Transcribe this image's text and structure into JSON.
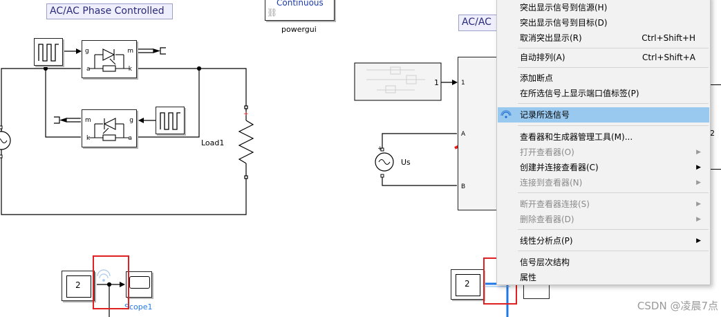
{
  "left_model": {
    "area_title": "AC/AC Phase Controlled",
    "powergui": {
      "mode": "Continuous",
      "label": "powergui"
    },
    "thyristor_top": {
      "port_g": "g",
      "port_m": "m",
      "port_a": "a",
      "port_k": "k"
    },
    "thyristor_bottom": {
      "port_m": "m",
      "port_g": "g",
      "port_k": "k",
      "port_a": "a"
    },
    "load_label": "Load1",
    "constant_value": "2",
    "scope_label": "Scope1"
  },
  "right_model": {
    "area_title": "AC/AC",
    "source_label": "Us",
    "port_in1": "1",
    "port_1": "1",
    "port_A": "A",
    "port_B": "B",
    "constant_value": "2",
    "edge_fragment": "2"
  },
  "context_menu": {
    "items": [
      {
        "label": "突出显示信号到信源(H)",
        "shortcut": "",
        "enabled": true
      },
      {
        "label": "突出显示信号到目标(D)",
        "shortcut": "",
        "enabled": true
      },
      {
        "label": "取消突出显示(R)",
        "shortcut": "Ctrl+Shift+H",
        "enabled": true
      },
      {
        "label": "自动排列(A)",
        "shortcut": "Ctrl+Shift+A",
        "enabled": true
      },
      {
        "label": "添加断点",
        "shortcut": "",
        "enabled": true
      },
      {
        "label": "在所选信号上显示端口值标签(P)",
        "shortcut": "",
        "enabled": true
      },
      {
        "label": "记录所选信号",
        "shortcut": "",
        "enabled": true,
        "selected": true,
        "icon": "log-signal-icon"
      },
      {
        "label": "查看器和生成器管理工具(M)...",
        "shortcut": "",
        "enabled": true
      },
      {
        "label": "打开查看器(O)",
        "submenu": true,
        "enabled": false
      },
      {
        "label": "创建并连接查看器(C)",
        "submenu": true,
        "enabled": true
      },
      {
        "label": "连接到查看器(N)",
        "submenu": true,
        "enabled": false
      },
      {
        "label": "断开查看器连接(S)",
        "submenu": true,
        "enabled": false
      },
      {
        "label": "删除查看器(D)",
        "submenu": true,
        "enabled": false
      },
      {
        "label": "线性分析点(P)",
        "submenu": true,
        "enabled": true
      },
      {
        "label": "信号层次结构",
        "enabled": true
      },
      {
        "label": "属性",
        "enabled": true
      }
    ]
  },
  "colors": {
    "highlight": "#99c9ef",
    "annotation_red": "#e02020",
    "selected_signal": "#1e78e6"
  },
  "watermark": "CSDN @凌晨7点"
}
